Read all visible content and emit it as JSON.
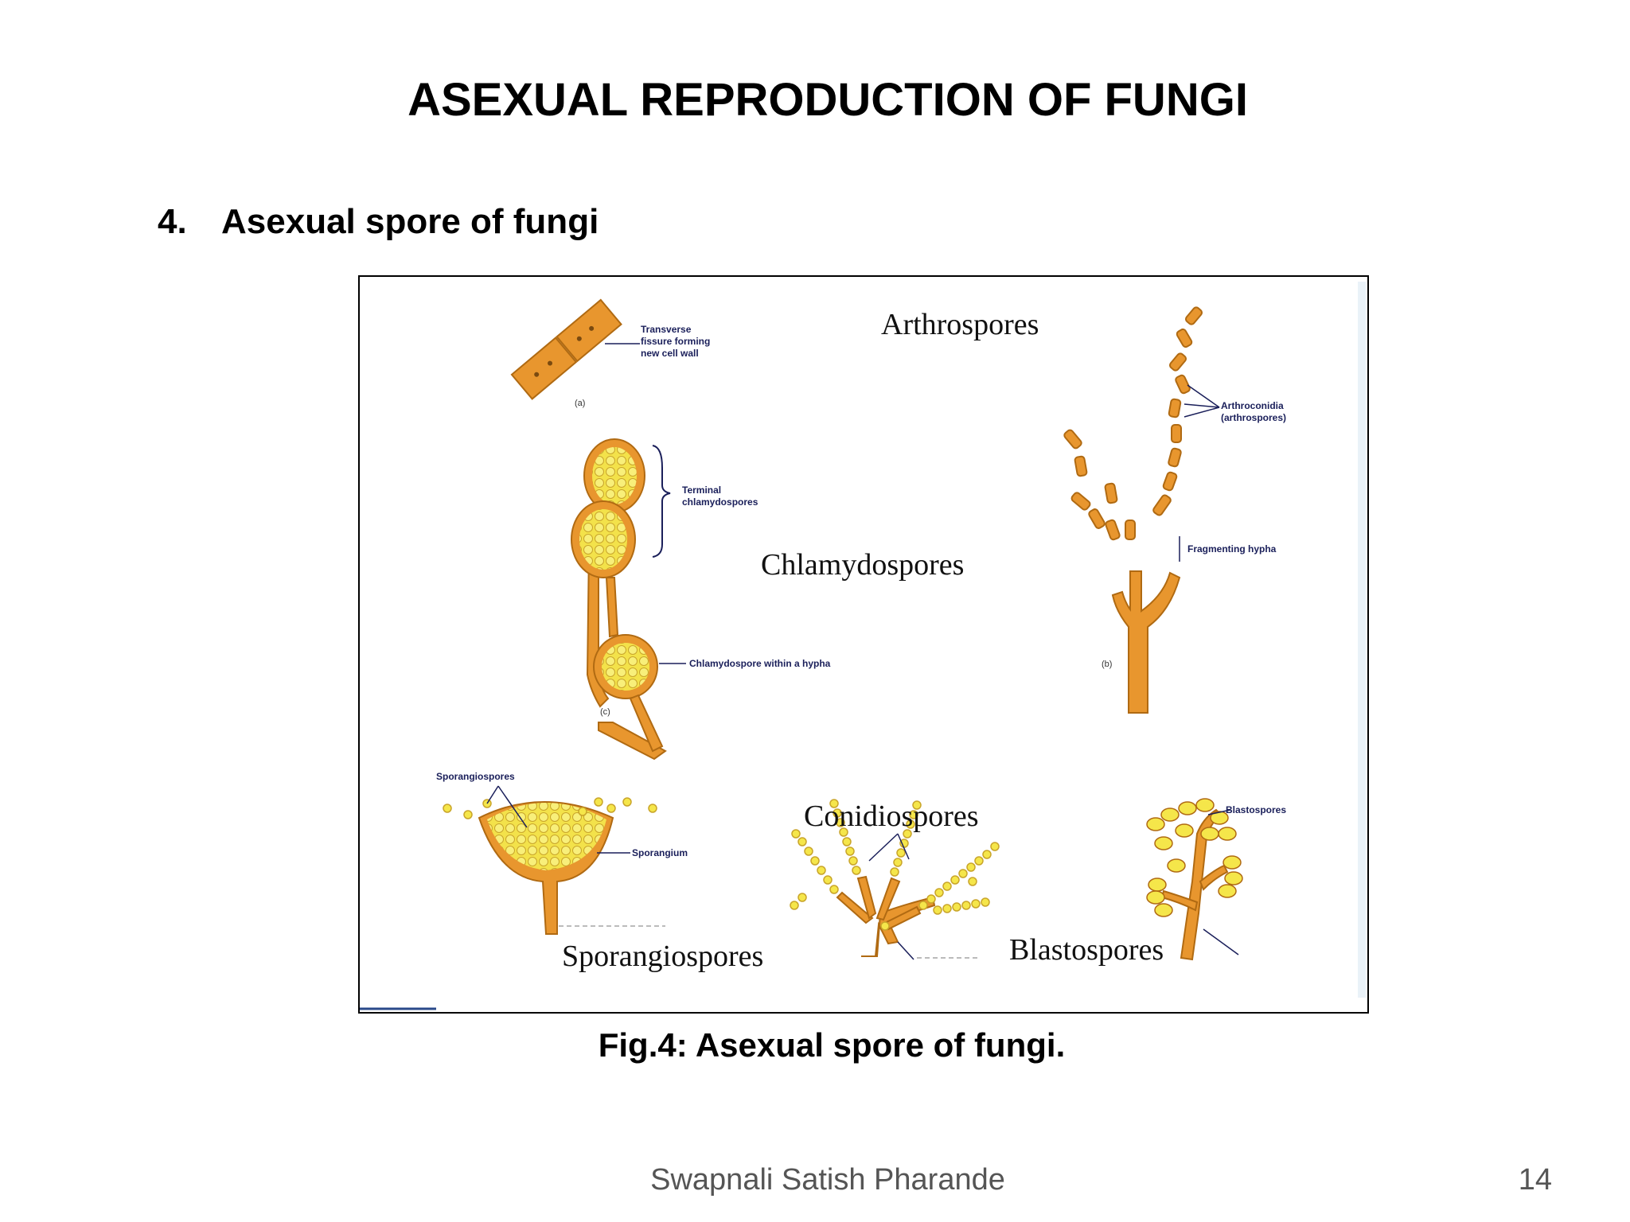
{
  "slide": {
    "title": "ASEXUAL REPRODUCTION OF FUNGI",
    "item_number": "4.",
    "item_text": "Asexual spore of fungi",
    "caption": "Fig.4: Asexual spore of fungi.",
    "author": "Swapnali Satish Pharande",
    "page_number": "14"
  },
  "figure": {
    "labels": {
      "arthrospores": "Arthrospores",
      "chlamydospores": "Chlamydospores",
      "conidiospores": "Conidiospores",
      "sporangiospores": "Sporangiospores",
      "blastospores": "Blastospores"
    },
    "annotations": {
      "transverse_1": "Transverse",
      "transverse_2": "fissure forming",
      "transverse_3": "new cell wall",
      "arthroconidia_1": "Arthroconidia",
      "arthroconidia_2": "(arthrospores)",
      "terminal_1": "Terminal",
      "terminal_2": "chlamydospores",
      "fragmenting": "Fragmenting hypha",
      "chlamy_within": "Chlamydospore within a hypha",
      "sporangiospores_small": "Sporangiospores",
      "sporangium": "Sporangium",
      "blastospores_small": "Blastospores",
      "panel_a": "(a)",
      "panel_b": "(b)",
      "panel_c": "(c)"
    },
    "colors": {
      "hypha": "#e8962e",
      "spore": "#f5e64a",
      "outline": "#b06a12"
    }
  }
}
